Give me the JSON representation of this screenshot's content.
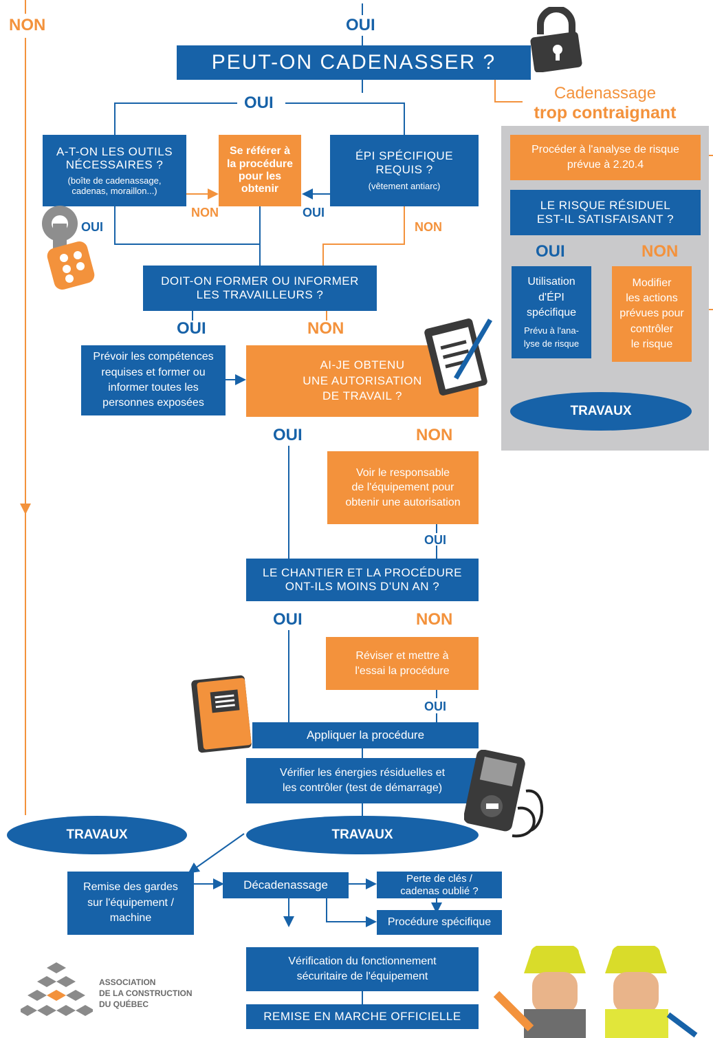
{
  "labels": {
    "yes": "OUI",
    "no": "NON"
  },
  "top_question": "PEUT-ON CADENASSER ?",
  "too_restrictive": {
    "line1": "Cadenassage",
    "line2": "trop contraignant"
  },
  "tools_box": {
    "line1": "A-T-ON LES OUTILS",
    "line2": "NÉCESSAIRES ?",
    "note1": "(boîte de cadenassage,",
    "note2": "cadenas, moraillon...)"
  },
  "refer_box": {
    "line1": "Se référer à",
    "line2": "la procédure",
    "line3": "pour les",
    "line4": "obtenir"
  },
  "ppe_box": {
    "line1": "ÉPI SPÉCIFIQUE",
    "line2": "REQUIS ?",
    "note": "(vêtement antiarc)"
  },
  "train_question": {
    "line1": "DOIT-ON FORMER OU INFORMER",
    "line2": "LES TRAVAILLEURS ?"
  },
  "skills_box": {
    "line1": "Prévoir les compétences",
    "line2": "requises et former ou",
    "line3": "informer toutes les",
    "line4": "personnes exposées"
  },
  "authorization_question": {
    "line1": "AI-JE OBTENU",
    "line2": "UNE AUTORISATION",
    "line3": "DE TRAVAIL ?"
  },
  "see_manager_box": {
    "line1": "Voir le responsable",
    "line2": "de l'équipement pour",
    "line3": "obtenir une autorisation"
  },
  "site_question": {
    "line1": "LE CHANTIER ET LA PROCÉDURE",
    "line2": "ONT-ILS MOINS D'UN AN ?"
  },
  "revise_box": {
    "line1": "Réviser et mettre à",
    "line2": "l'essai la procédure"
  },
  "apply_box": "Appliquer la procédure",
  "verify_box": {
    "line1": "Vérifier les énergies résiduelles et",
    "line2": "les contrôler (test de démarrage)"
  },
  "works": "TRAVAUX",
  "guards_box": {
    "line1": "Remise des gardes",
    "line2": "sur l'équipement /",
    "line3": "machine"
  },
  "unlock_box": "Décadenassage",
  "lost_keys_box": {
    "line1": "Perte de clés /",
    "line2": "cadenas oublié ?"
  },
  "specific_procedure_box": "Procédure spécifique",
  "check_box": {
    "line1": "Vérification du fonctionnement",
    "line2": "sécuritaire de l'équipement"
  },
  "restart_box": "REMISE EN MARCHE OFFICIELLE",
  "risk_panel": {
    "analysis": {
      "line1": "Procéder à l'analyse de risque",
      "line2": "prévue à 2.20.4"
    },
    "residual": {
      "line1": "LE RISQUE RÉSIDUEL",
      "line2": "EST-IL SATISFAISANT ?"
    },
    "use_ppe": {
      "line1": "Utilisation",
      "line2": "d'ÉPI",
      "line3": "spécifique",
      "note1": "Prévu à l'ana-",
      "note2": "lyse de risque"
    },
    "modify": {
      "line1": "Modifier",
      "line2": "les actions",
      "line3": "prévues pour",
      "line4": "contrôler",
      "line5": "le risque"
    }
  },
  "logo": {
    "line1": "ASSOCIATION",
    "line2": "DE LA CONSTRUCTION",
    "line3": "DU QUÉBEC"
  },
  "colors": {
    "blue": "#1762a8",
    "orange": "#f3923c",
    "panel_gray": "#c9c9cb",
    "dark": "#3a3a3a"
  }
}
